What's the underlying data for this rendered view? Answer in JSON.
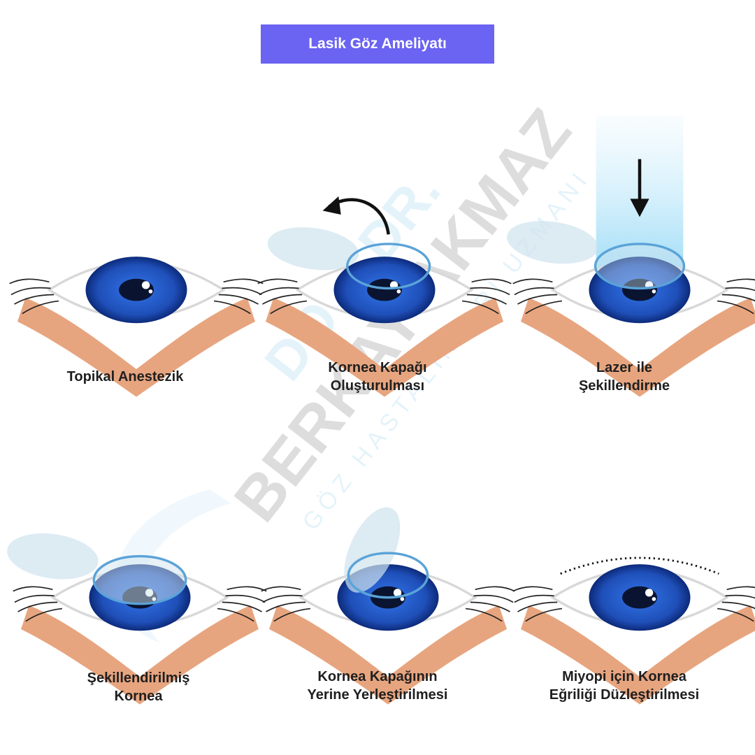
{
  "title": "Lasik Göz Ameliyatı",
  "watermark": {
    "line1": "DOÇ. DR.",
    "line2": "BERKAY AKMAZ",
    "line3": "GÖZ HASTALIKLARI UZMANI"
  },
  "steps": [
    {
      "label_lines": [
        "Topikal Anestezik"
      ]
    },
    {
      "label_lines": [
        "Kornea Kapağı",
        "Oluşturulması"
      ]
    },
    {
      "label_lines": [
        "Lazer ile",
        "Şekillendirme"
      ]
    },
    {
      "label_lines": [
        "Şekillendirilmiş",
        "Kornea"
      ]
    },
    {
      "label_lines": [
        "Kornea Kapağının",
        "Yerine Yerleştirilmesi"
      ]
    },
    {
      "label_lines": [
        "Miyopi için Kornea",
        "Eğriliği Düzleştirilmesi"
      ]
    }
  ],
  "colors": {
    "title_bg": "#6b63f2",
    "skin": "#e7a57f",
    "iris": "#1f4fb8",
    "pupil": "#0a1430",
    "flap": "#cfe3ee",
    "laser": "#9fdcf5"
  }
}
